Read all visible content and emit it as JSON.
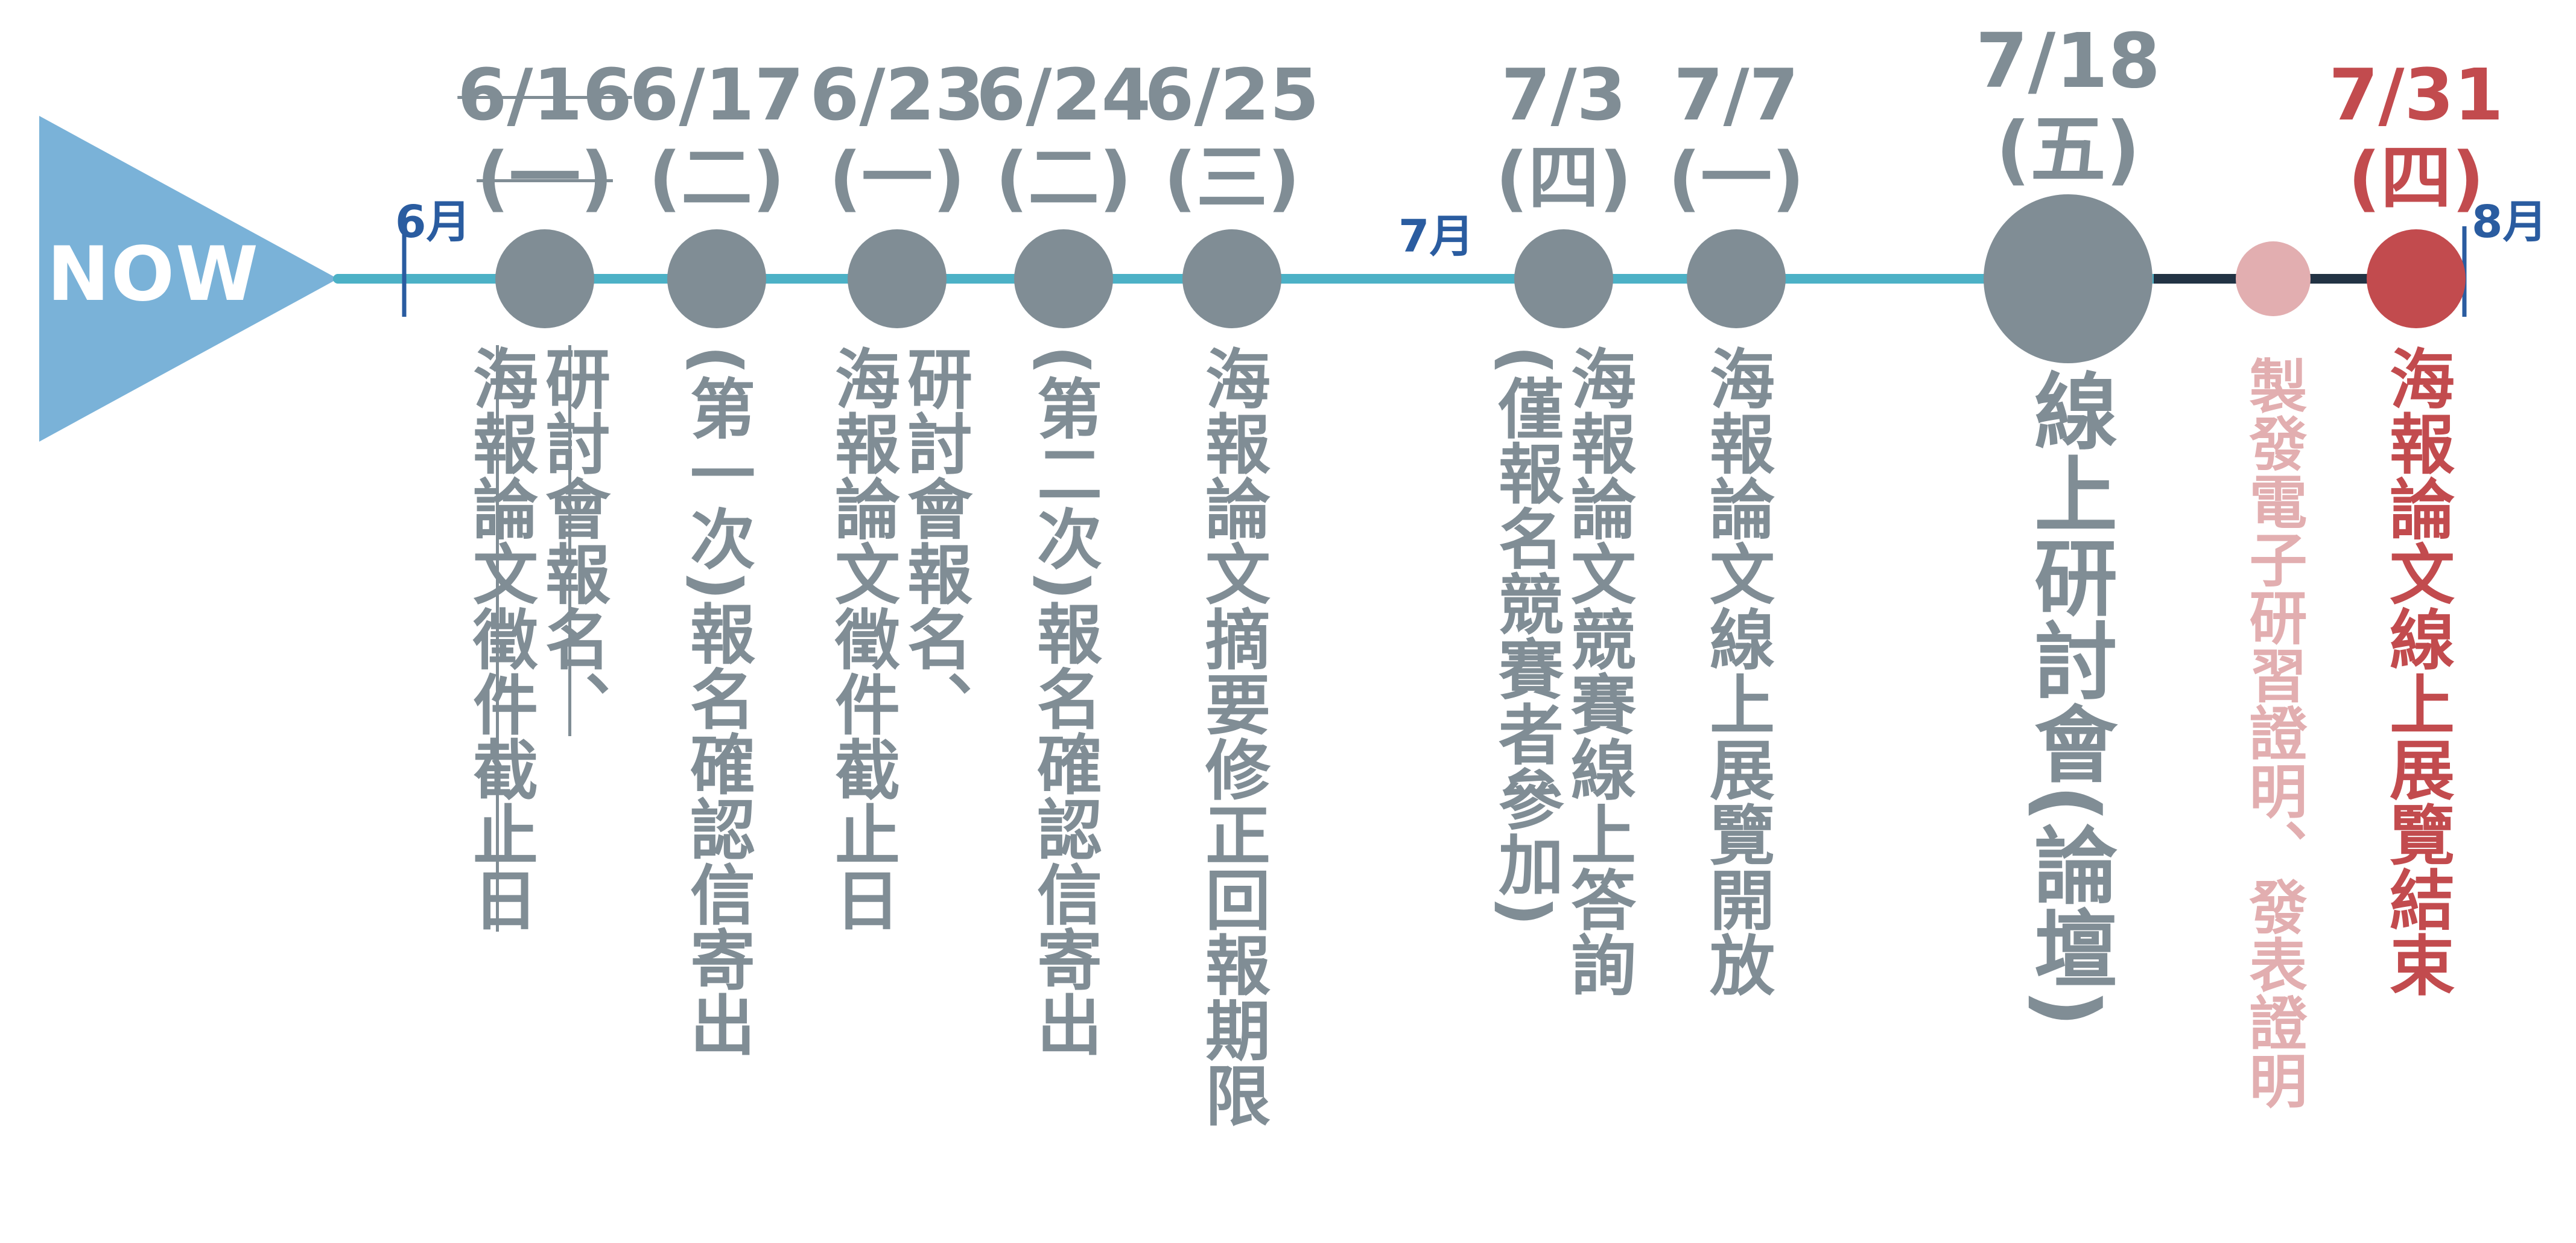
{
  "now_label": "NOW",
  "colors": {
    "now_arrow": "#7ab2d8",
    "timeline": "#4cb1c6",
    "timeline_after": "#223344",
    "node": "#808d95",
    "month_text": "#2a5ca0",
    "end_accent": "#c24b4e",
    "certificate_accent": "#e2aeb0"
  },
  "months": [
    {
      "label": "6月"
    },
    {
      "label": "7月"
    },
    {
      "label": "8月"
    }
  ],
  "events": [
    {
      "date": "6/16",
      "weekday": "(一)",
      "past": true,
      "lines": [
        "研討會報名、",
        "海報論文徵件截止日"
      ]
    },
    {
      "date": "6/17",
      "weekday": "(二)",
      "past": false,
      "lines": [
        "(第一次)報名確認信寄出"
      ]
    },
    {
      "date": "6/23",
      "weekday": "(一)",
      "past": false,
      "lines": [
        "研討會報名、",
        "海報論文徵件截止日"
      ]
    },
    {
      "date": "6/24",
      "weekday": "(二)",
      "past": false,
      "lines": [
        "(第二次)報名確認信寄出"
      ]
    },
    {
      "date": "6/25",
      "weekday": "(三)",
      "past": false,
      "lines": [
        "海報論文摘要修正回報期限"
      ]
    },
    {
      "date": "7/3",
      "weekday": "(四)",
      "past": false,
      "lines": [
        "海報論文競賽線上答詢",
        "(僅報名競賽者參加)"
      ]
    },
    {
      "date": "7/7",
      "weekday": "(一)",
      "past": false,
      "lines": [
        "海報論文線上展覽開放"
      ]
    },
    {
      "date": "7/18",
      "weekday": "(五)",
      "past": false,
      "lines": [
        "線上研討會(論壇)"
      ]
    },
    {
      "date": "",
      "weekday": "",
      "past": false,
      "lines": [
        "製發電子研習證明、發表證明"
      ]
    },
    {
      "date": "7/31",
      "weekday": "(四)",
      "past": false,
      "lines": [
        "海報論文線上展覽結束"
      ]
    }
  ]
}
